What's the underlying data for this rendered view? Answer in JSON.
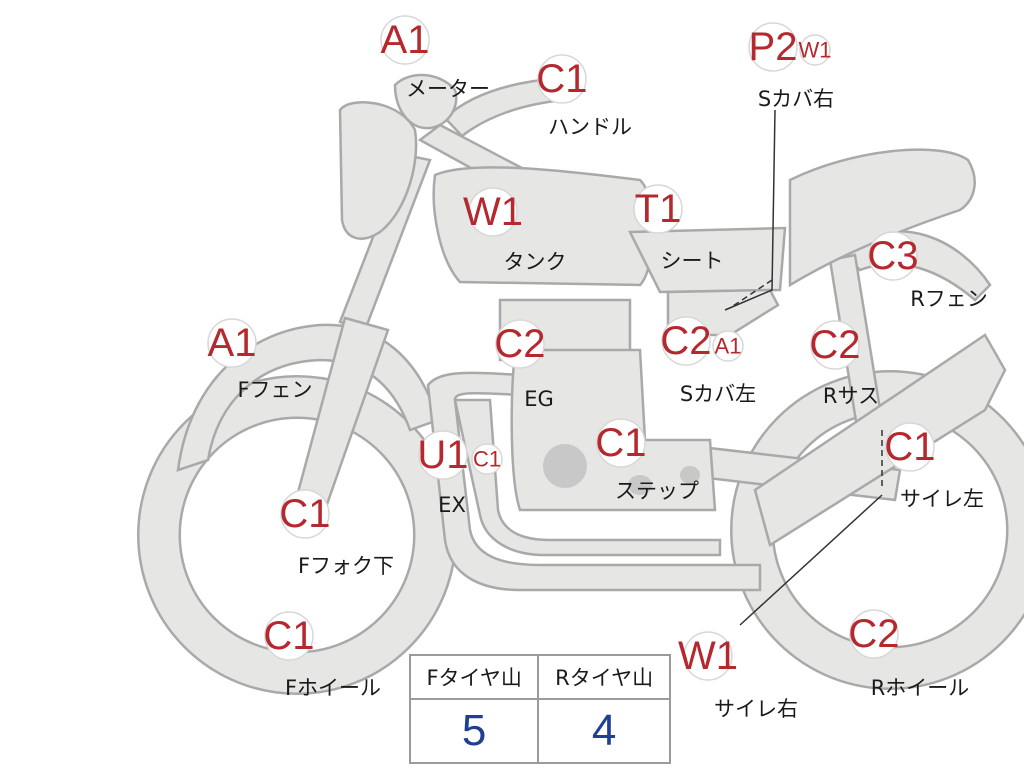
{
  "parts": [
    {
      "id": "meter",
      "grade": "A1",
      "label": "メーター"
    },
    {
      "id": "handle",
      "grade": "C1",
      "label": "ハンドル"
    },
    {
      "id": "side-cover-right",
      "grade": "P2",
      "grade_sub": "W1",
      "label": "Sカバ右"
    },
    {
      "id": "tank",
      "grade": "W1",
      "label": "タンク"
    },
    {
      "id": "seat",
      "grade": "T1",
      "label": "シート"
    },
    {
      "id": "rear-fender",
      "grade": "C3",
      "label": "Rフェン"
    },
    {
      "id": "front-fender",
      "grade": "A1",
      "label": "Fフェン"
    },
    {
      "id": "engine",
      "grade": "C2",
      "label": "EG"
    },
    {
      "id": "side-cover-left",
      "grade": "C2",
      "grade_sub": "A1",
      "label": "Sカバ左"
    },
    {
      "id": "rear-suspension",
      "grade": "C2",
      "label": "Rサス"
    },
    {
      "id": "exhaust",
      "grade": "U1",
      "grade_sub": "C1",
      "label": "EX"
    },
    {
      "id": "step",
      "grade": "C1",
      "label": "ステップ"
    },
    {
      "id": "silencer-left",
      "grade": "C1",
      "label": "サイレ左"
    },
    {
      "id": "front-fork-lower",
      "grade": "C1",
      "label": "Fフォク下"
    },
    {
      "id": "front-wheel",
      "grade": "C1",
      "label": "Fホイール"
    },
    {
      "id": "silencer-right",
      "grade": "W1",
      "label": "サイレ右"
    },
    {
      "id": "rear-wheel",
      "grade": "C2",
      "label": "Rホイール"
    }
  ],
  "tire_table": {
    "headers": [
      "Fタイヤ山",
      "Rタイヤ山"
    ],
    "values": [
      "5",
      "4"
    ]
  },
  "colors": {
    "grade_text": "#b5282e",
    "tire_value_text": "#1f3f94",
    "bike_fill": "#e6e6e4",
    "bike_outline": "#a9a9a9"
  }
}
